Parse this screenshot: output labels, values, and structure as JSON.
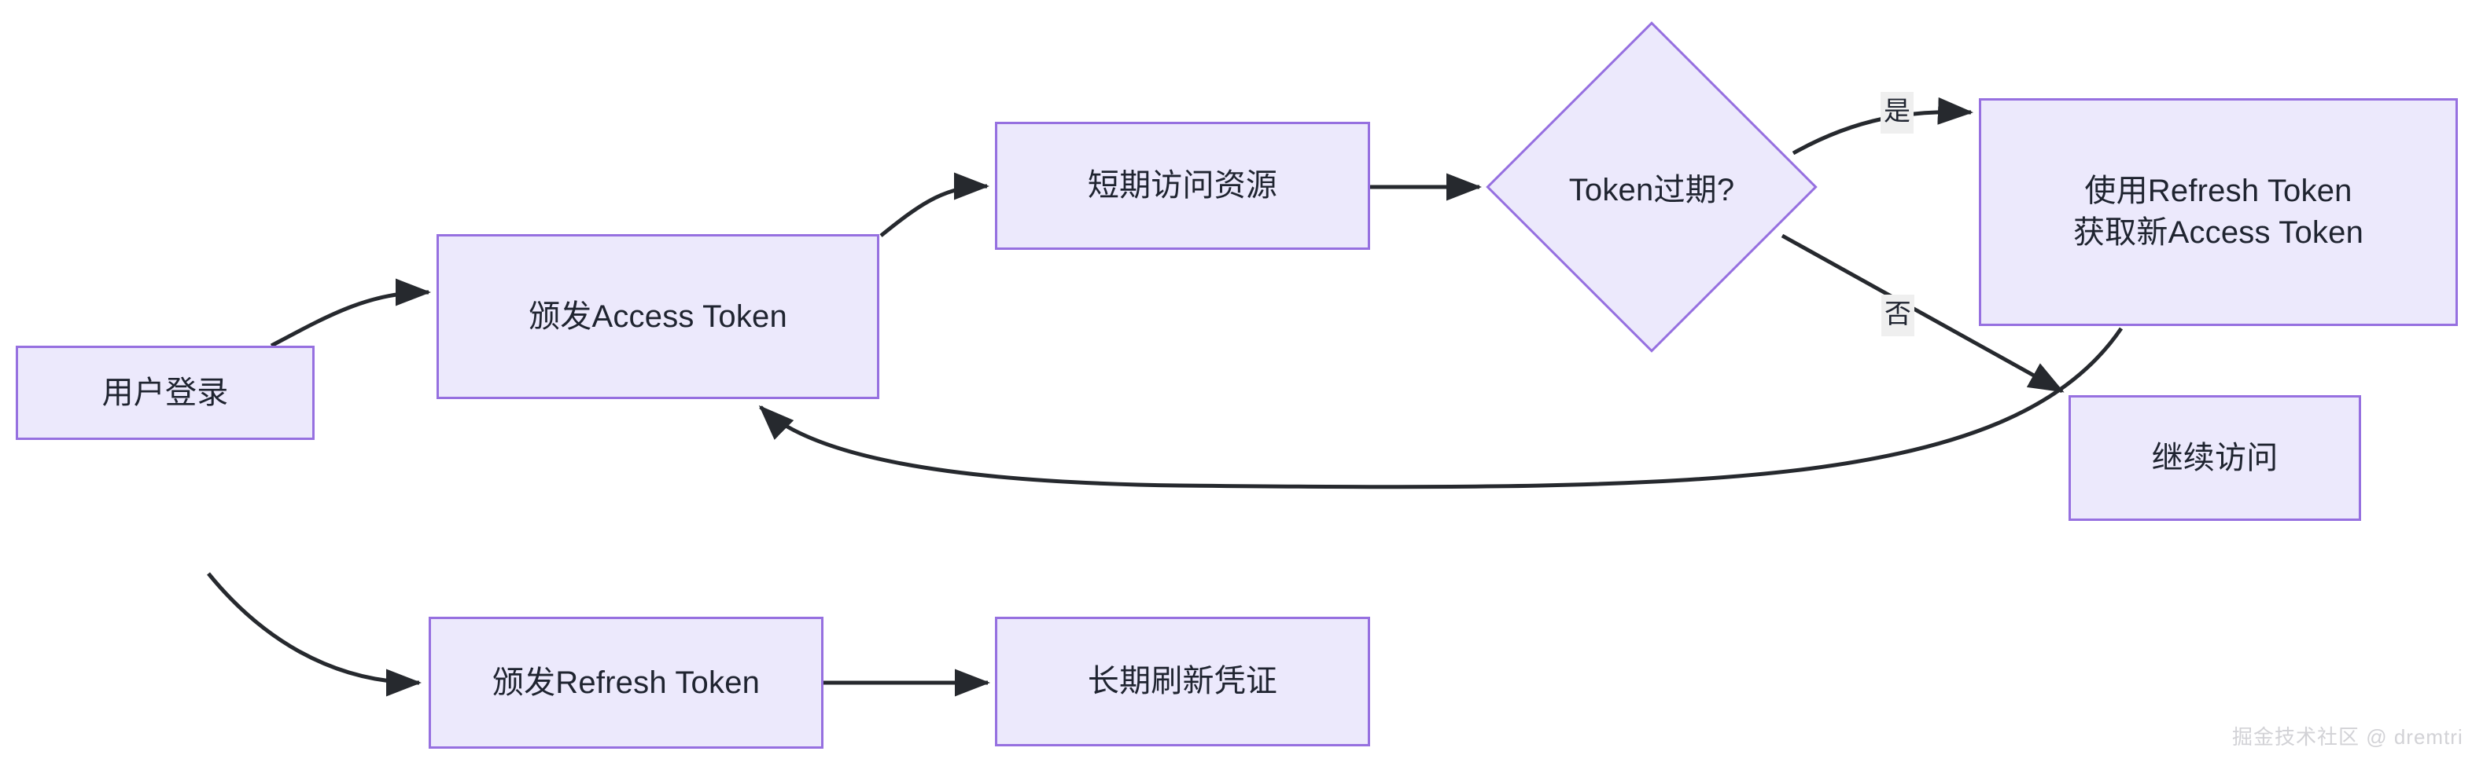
{
  "diagram": {
    "type": "flowchart",
    "title_text": "",
    "theme": {
      "node_fill": "#ece9fc",
      "node_border": "#9670e0",
      "node_text": "#1f2430",
      "edge_stroke": "#26292e",
      "edge_label_bg": "#efefef",
      "background": "#ffffff",
      "watermark_color": "#d2d2d6"
    },
    "nodes": [
      {
        "id": "login",
        "shape": "rect",
        "label": "用户登录"
      },
      {
        "id": "issue_access",
        "shape": "rect",
        "label": "颁发Access Token"
      },
      {
        "id": "short_access",
        "shape": "rect",
        "label": "短期访问资源"
      },
      {
        "id": "token_expire",
        "shape": "diamond",
        "label": "Token过期?"
      },
      {
        "id": "use_refresh",
        "shape": "rect",
        "label": "使用Refresh Token\n获取新Access Token"
      },
      {
        "id": "continue",
        "shape": "rect",
        "label": "继续访问"
      },
      {
        "id": "issue_refresh",
        "shape": "rect",
        "label": "颁发Refresh Token"
      },
      {
        "id": "long_cred",
        "shape": "rect",
        "label": "长期刷新凭证"
      }
    ],
    "edges": [
      {
        "from": "login",
        "to": "issue_access",
        "label": ""
      },
      {
        "from": "login",
        "to": "issue_refresh",
        "label": ""
      },
      {
        "from": "issue_access",
        "to": "short_access",
        "label": ""
      },
      {
        "from": "short_access",
        "to": "token_expire",
        "label": ""
      },
      {
        "from": "token_expire",
        "to": "use_refresh",
        "label": "是"
      },
      {
        "from": "token_expire",
        "to": "continue",
        "label": "否"
      },
      {
        "from": "use_refresh",
        "to": "issue_access",
        "label": ""
      },
      {
        "from": "issue_refresh",
        "to": "long_cred",
        "label": ""
      }
    ],
    "edge_labels": {
      "yes": "是",
      "no": "否"
    },
    "watermark": "掘金技术社区 @ dremtri"
  }
}
